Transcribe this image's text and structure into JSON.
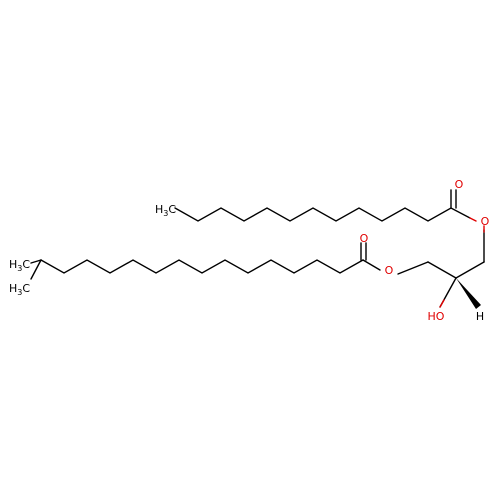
{
  "colors": {
    "bond": "#000000",
    "oxygen": "#e00000",
    "background": "#ffffff"
  },
  "labels": {
    "o_carbonyl_top": "O",
    "o_ester_top": "O",
    "o_carbonyl_bottom": "O",
    "o_ester_bottom": "O",
    "hydroxyl": "HO",
    "stereo_h": "H",
    "methyl_top_c": "H",
    "methyl_top_sub": "3",
    "methyl_top_tail": "C",
    "methyl_a_c": "H",
    "methyl_a_sub": "3",
    "methyl_a_tail": "C",
    "methyl_b_c": "H",
    "methyl_b_sub": "3",
    "methyl_b_tail": "C"
  }
}
